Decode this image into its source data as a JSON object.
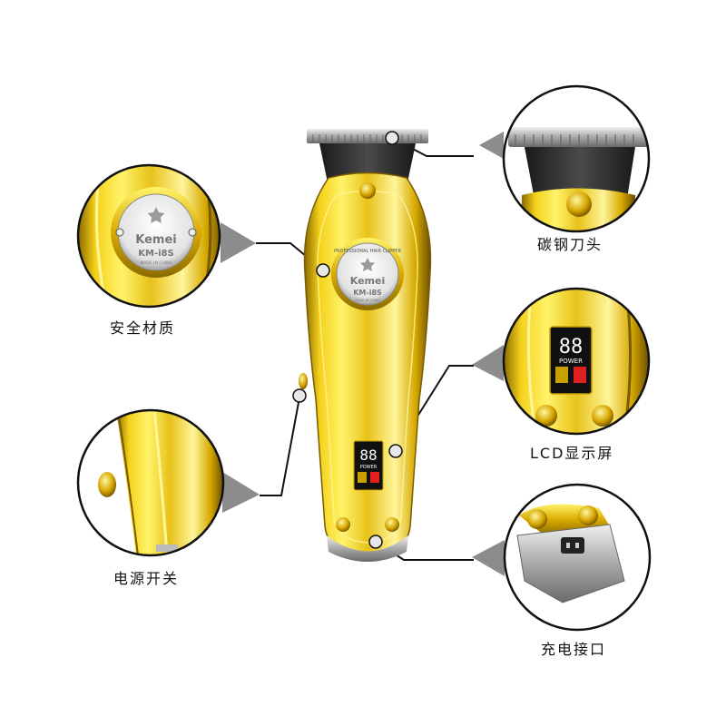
{
  "features": {
    "blade": {
      "label": "碳钢刀头"
    },
    "safe_material": {
      "label": "安全材质"
    },
    "lcd": {
      "label": "LCD显示屏"
    },
    "power_switch": {
      "label": "电源开关"
    },
    "charge_port": {
      "label": "充电接口"
    }
  },
  "product": {
    "badge_top_text": "PROFESSIONAL HAIR CLIPPER",
    "brand": "Kemei",
    "model": "KM-i8S",
    "origin": "MADE IN CHINA",
    "lcd_digits": "88",
    "lcd_word": "POWER"
  },
  "colors": {
    "gold": "#e8c21a",
    "gold_light": "#fff36a",
    "gold_dark": "#8a6a00",
    "steel": "#b8b8b8",
    "lcd_red": "#e02020"
  }
}
